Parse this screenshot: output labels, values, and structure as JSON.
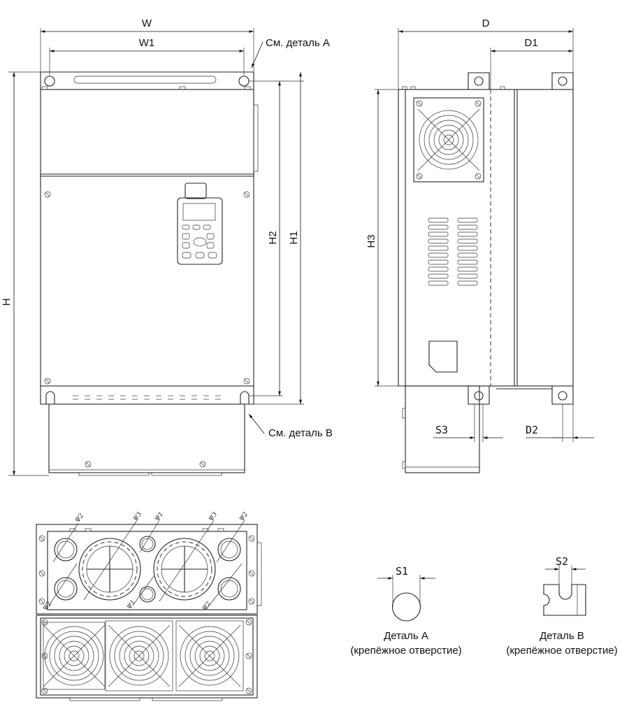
{
  "dims": {
    "w": "W",
    "w1": "W1",
    "h": "H",
    "h1": "H1",
    "h2": "H2",
    "h3": "H3",
    "d": "D",
    "d1": "D1",
    "d2": "D2",
    "s1": "S1",
    "s2": "S2",
    "s3": "S3",
    "phi1": "Ψ1",
    "phi2": "Ψ2",
    "phi3": "Ψ3"
  },
  "callouts": {
    "detail_a": "См. деталь А",
    "detail_b": "См. деталь В"
  },
  "details": {
    "a_title": "Деталь А",
    "a_sub": "(крепёжное отверстие)",
    "b_title": "Деталь В",
    "b_sub": "(крепёжное отверстие)"
  },
  "colors": {
    "line": "#222222",
    "background": "#ffffff"
  }
}
